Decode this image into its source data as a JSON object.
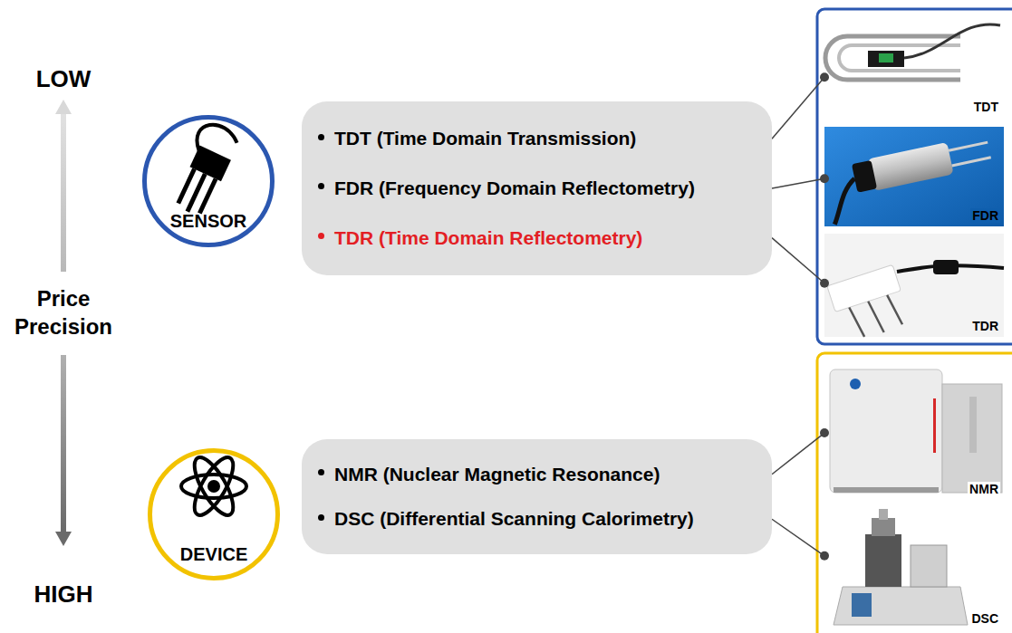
{
  "diagram": {
    "nodes": [
      {
        "text": [
          "SENSOR"
        ]
      },
      {
        "text": [
          "TDT (Time Domain Transmission)",
          "FDR (Frequency Domain Reflectometry)",
          "TDR (Time Domain Reflectometry)"
        ]
      },
      {
        "text": [
          "TDT"
        ]
      },
      {
        "text": [
          "FDR"
        ]
      },
      {
        "text": [
          "TDR"
        ]
      },
      {
        "text": [
          "DEVICE"
        ]
      },
      {
        "text": [
          "NMR (Nuclear Magnetic Resonance)",
          "DSC (Differential Scanning Calorimetry)"
        ]
      },
      {
        "text": [
          "NMR"
        ]
      },
      {
        "text": [
          "DSC"
        ]
      }
    ],
    "edges": [
      {
        "from": 1,
        "to": 2,
        "arrow": "none"
      },
      {
        "from": 1,
        "to": 3,
        "arrow": "none"
      },
      {
        "from": 1,
        "to": 4,
        "arrow": "none"
      },
      {
        "from": 6,
        "to": 7,
        "arrow": "none"
      },
      {
        "from": 6,
        "to": 8,
        "arrow": "none"
      }
    ],
    "labels": [
      "LOW",
      "Price Precision",
      "HIGH"
    ]
  }
}
